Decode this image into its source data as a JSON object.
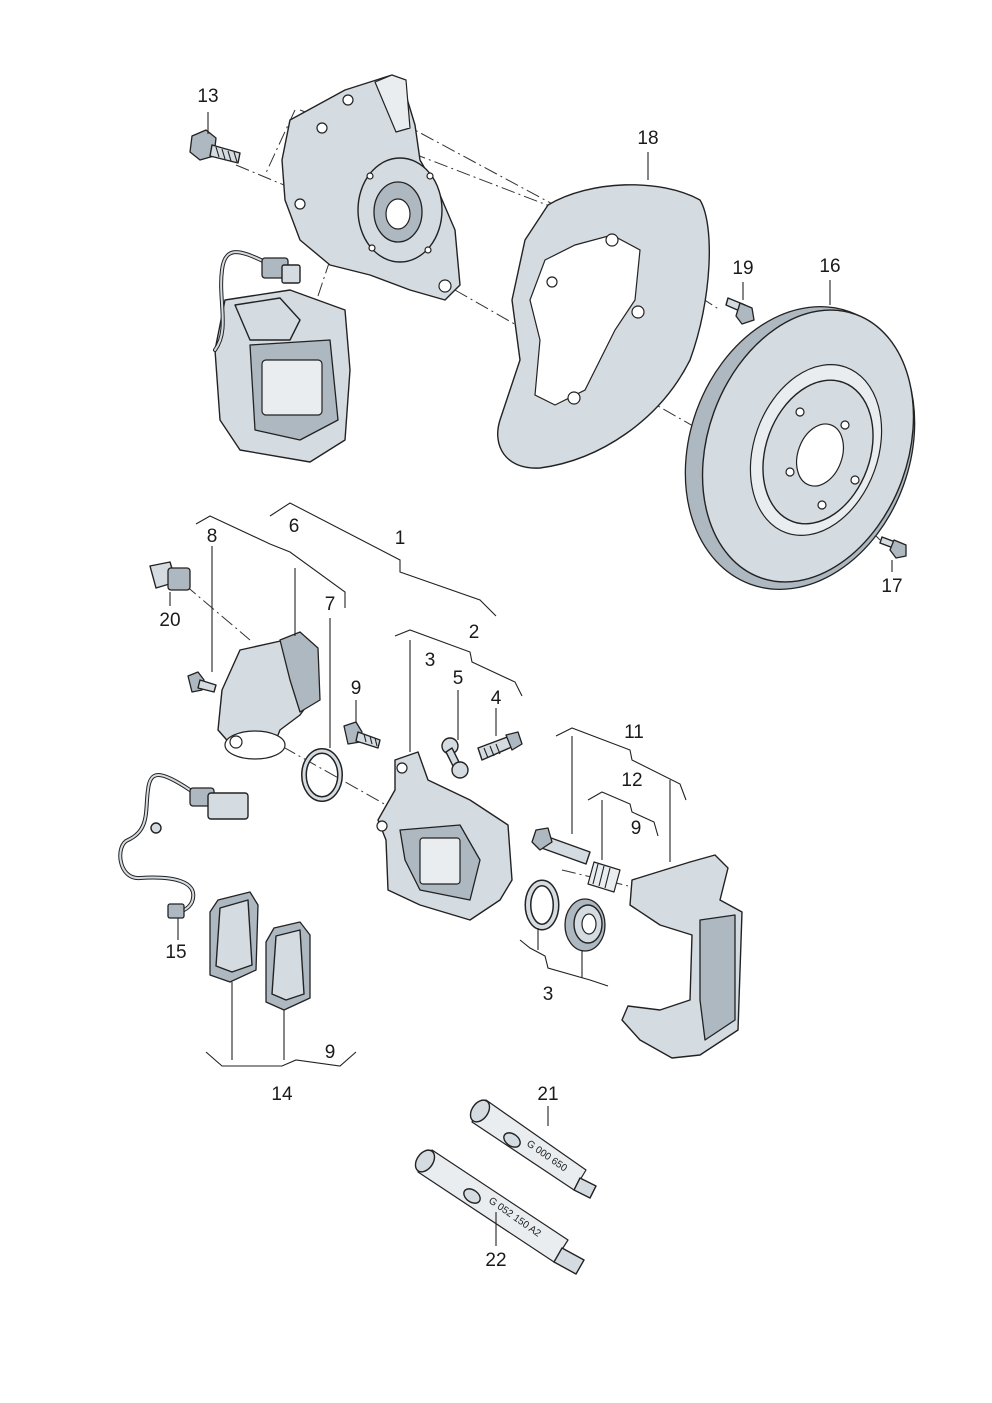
{
  "callouts": {
    "c1": "1",
    "c2": "2",
    "c3a": "3",
    "c3b": "3",
    "c4": "4",
    "c5": "5",
    "c6": "6",
    "c7": "7",
    "c8": "8",
    "c9a": "9",
    "c9b": "9",
    "c9c": "9",
    "c11": "11",
    "c12": "12",
    "c13": "13",
    "c14": "14",
    "c15": "15",
    "c16": "16",
    "c17": "17",
    "c18": "18",
    "c19": "19",
    "c20": "20",
    "c21": "21",
    "c22": "22"
  },
  "tubes": {
    "tube_21_label": "G 000 650",
    "tube_22_label": "G 052 150 A2"
  },
  "colors": {
    "part_fill": "#d4dbe1",
    "outline": "#222222",
    "background": "#ffffff"
  }
}
